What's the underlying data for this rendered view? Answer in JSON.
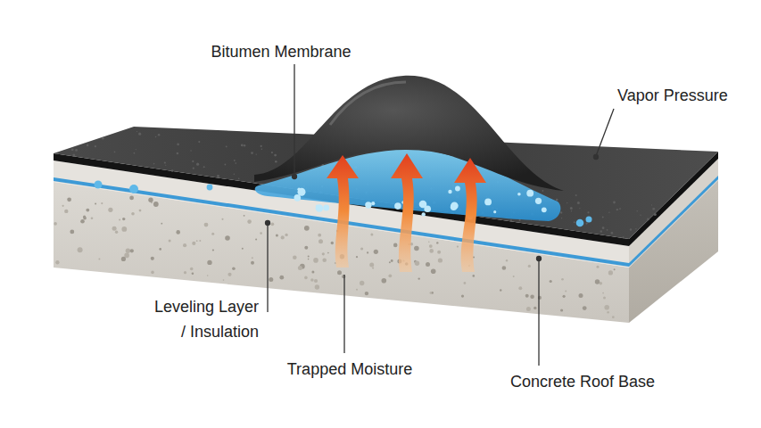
{
  "diagram": {
    "labels": [
      "Bitumen Membrane",
      "Vapor Pressure",
      "Leveling Layer / Insulation",
      "Trapped Moisture",
      "Concrete Roof Base"
    ]
  }
}
